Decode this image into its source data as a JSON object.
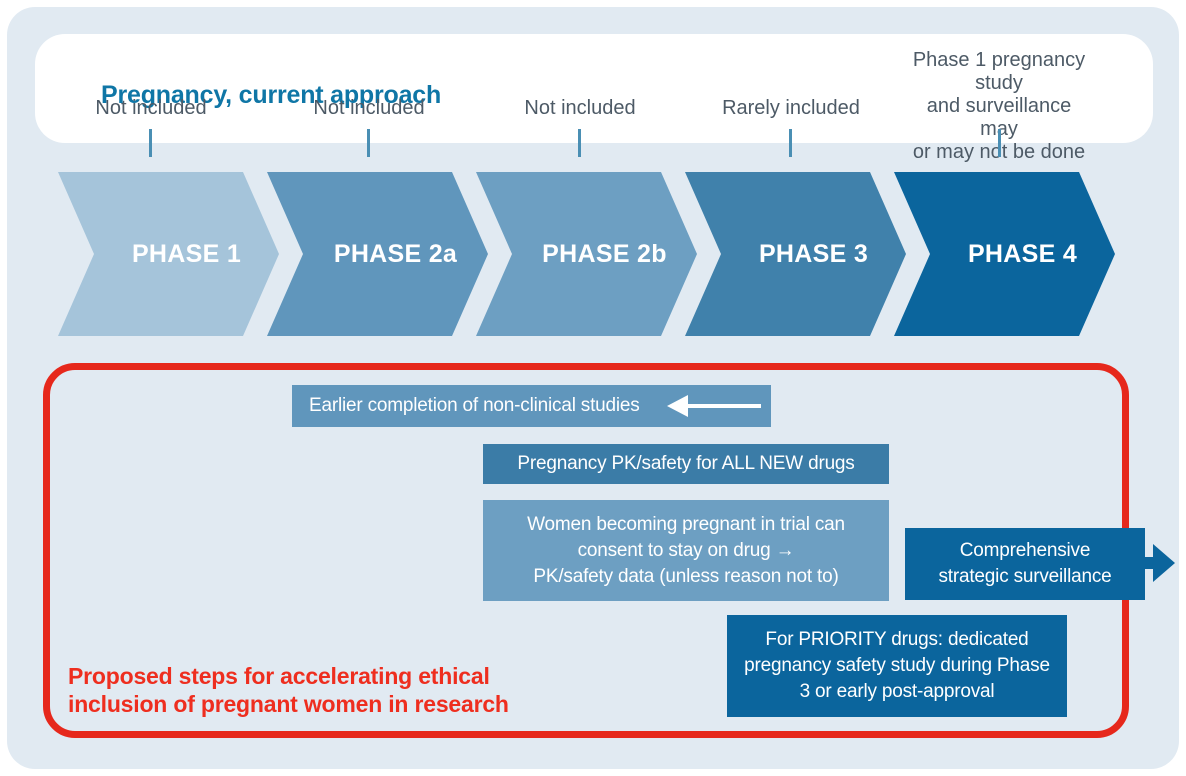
{
  "header": {
    "title": "Pregnancy, current approach",
    "timeline_labels": [
      {
        "text": "Not included"
      },
      {
        "text": "Not included"
      },
      {
        "text": "Not included"
      },
      {
        "text": "Rarely included"
      },
      {
        "text": "Phase 1 pregnancy study\nand surveillance may\nor may not be done"
      }
    ]
  },
  "phases": [
    {
      "label": "PHASE 1",
      "color": "#a5c4da"
    },
    {
      "label": "PHASE 2a",
      "color": "#6096bc"
    },
    {
      "label": "PHASE 2b",
      "color": "#6d9fc2"
    },
    {
      "label": "PHASE 3",
      "color": "#4081ab"
    },
    {
      "label": "PHASE 4",
      "color": "#0b659d"
    }
  ],
  "proposal": {
    "frame_color": "#e6281c",
    "caption": {
      "text": "Proposed steps for accelerating ethical\ninclusion of pregnant women in research",
      "color": "#ee2e1f"
    },
    "steps": [
      {
        "text": "Earlier completion of non-clinical studies",
        "color": "#6096bc",
        "icon": "left-arrow"
      },
      {
        "text": "Pregnancy PK/safety for ALL NEW drugs",
        "color": "#3b7ca7"
      },
      {
        "text": "Women becoming pregnant in trial can\nconsent to stay on drug →\nPK/safety data (unless reason not to)",
        "color": "#6d9fc2"
      },
      {
        "text": "Comprehensive\nstrategic surveillance",
        "color": "#0b659d",
        "icon": "right-arrow"
      },
      {
        "text": "For PRIORITY drugs: dedicated\npregnancy safety study during Phase\n3 or early post-approval",
        "color": "#0b659d"
      }
    ]
  }
}
